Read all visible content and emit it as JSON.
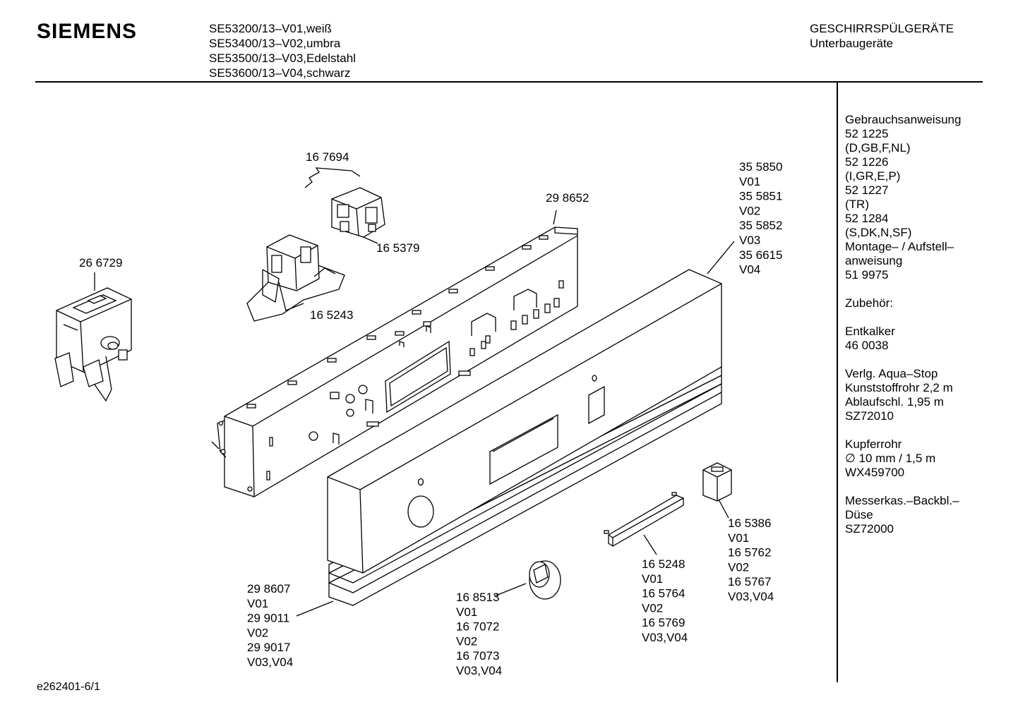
{
  "header": {
    "brand": "SIEMENS",
    "models": [
      "SE53200/13–V01,weiß",
      "SE53400/13–V02,umbra",
      "SE53500/13–V03,Edelstahl",
      "SE53600/13–V04,schwarz"
    ],
    "category": "GESCHIRRSPÜLGERÄTE",
    "subcategory": "Unterbaugeräte"
  },
  "sidebar": {
    "blocks": [
      [
        "Gebrauchsanweisung",
        "52 1225",
        "(D,GB,F,NL)",
        "52 1226",
        "(I,GR,E,P)",
        "52 1227",
        "(TR)",
        "52 1284",
        "(S,DK,N,SF)",
        "Montage– / Aufstell–",
        "anweisung",
        "51 9975"
      ],
      [
        "Zubehör:"
      ],
      [
        "Entkalker",
        "46 0038"
      ],
      [
        "Verlg. Aqua–Stop",
        "Kunststoffrohr 2,2 m",
        "Ablaufschl. 1,95 m",
        "SZ72010"
      ],
      [
        "Kupferrohr",
        "∅ 10 mm / 1,5 m",
        "WX459700"
      ],
      [
        "Messerkas.–Backbl.–",
        "Düse",
        "SZ72000"
      ]
    ]
  },
  "parts": {
    "p167694": [
      "16 7694"
    ],
    "p165379": [
      "16 5379"
    ],
    "p165243": [
      "16 5243"
    ],
    "p298652": [
      "29 8652"
    ],
    "p266729": [
      "26 6729"
    ],
    "p355850": [
      "35 5850",
      "V01",
      "35 5851",
      "V02",
      "35 5852",
      "V03",
      "35 6615",
      "V04"
    ],
    "p165386": [
      "16 5386",
      "V01",
      "16 5762",
      "V02",
      "16 5767",
      "V03,V04"
    ],
    "p165248": [
      "16 5248",
      "V01",
      "16 5764",
      "V02",
      "16 5769",
      "V03,V04"
    ],
    "p168513": [
      "16 8513",
      "V01",
      "16 7072",
      "V02",
      "16 7073",
      "V03,V04"
    ],
    "p298607": [
      "29 8607",
      "V01",
      "29 9011",
      "V02",
      "29 9017",
      "V03,V04"
    ]
  },
  "footer": {
    "code": "e262401-6/1"
  }
}
